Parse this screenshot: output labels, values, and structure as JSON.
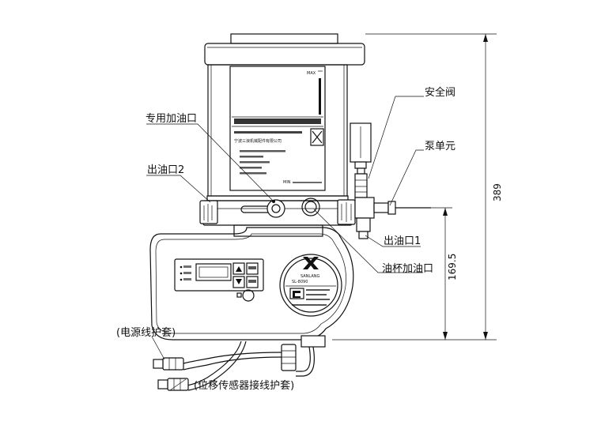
{
  "labels": {
    "safety_valve": "安全阀",
    "special_fill_port": "专用加油口",
    "pump_unit": "泵单元",
    "outlet_2": "出油口2",
    "outlet_1": "出油口1",
    "cup_fill_port": "油杯加油口",
    "power_cable_sleeve": "(电源线护套)",
    "sensor_cable_sleeve": "(位移传感器接线护套)"
  },
  "dimensions": {
    "total_height": "389",
    "lower_height": "169.5"
  },
  "nameplate": {
    "max": "MAX",
    "min": "MIN",
    "company_cn": "宁波三浪机械配件有限公司"
  },
  "badge": {
    "model": "SL-8090",
    "brand": "SANLANG"
  }
}
